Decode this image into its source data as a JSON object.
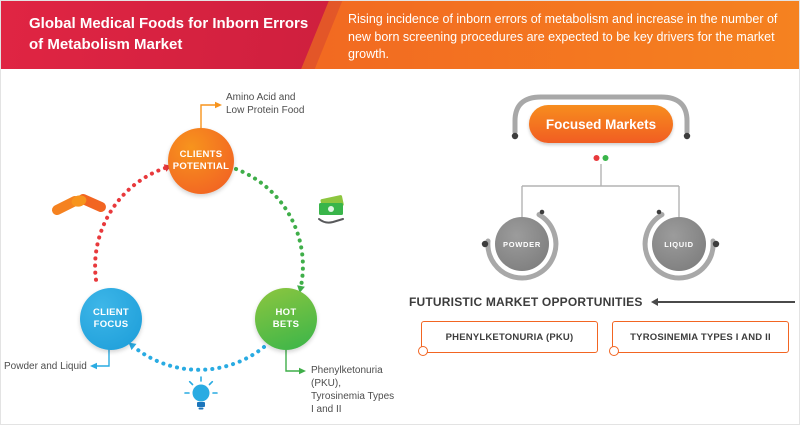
{
  "header": {
    "title": "Global Medical Foods for Inborn Errors of Metabolism Market",
    "description": "Rising incidence of inborn errors of metabolism and increase in the number of new born screening procedures are expected to be key drivers for the market growth."
  },
  "cycle": {
    "clients_potential": {
      "line1": "CLIENTS",
      "line2": "POTENTIAL"
    },
    "client_focus": {
      "line1": "CLIENT",
      "line2": "FOCUS"
    },
    "hot_bets": {
      "line1": "HOT",
      "line2": "BETS"
    },
    "anno_top": {
      "line1": "Amino Acid and",
      "line2": "Low Protein Food"
    },
    "anno_left": "Powder and Liquid",
    "anno_right": {
      "line1": "Phenylketonuria (PKU),",
      "line2": "Tyrosinemia Types",
      "line3": "I and II"
    }
  },
  "tree": {
    "root_label": "Focused Markets",
    "child_powder": "POWDER",
    "child_liquid": "LIQUID"
  },
  "opportunities": {
    "heading": "FUTURISTIC MARKET OPPORTUNITIES",
    "box1": "PHENYLKETONURIA (PKU)",
    "box2": "TYROSINEMIA TYPES I AND II"
  },
  "colors": {
    "accent_orange": "#f26522",
    "accent_red": "#d8233f",
    "accent_blue": "#29abe2",
    "accent_green": "#39b54a",
    "neutral_gray": "#8c8c8c"
  }
}
